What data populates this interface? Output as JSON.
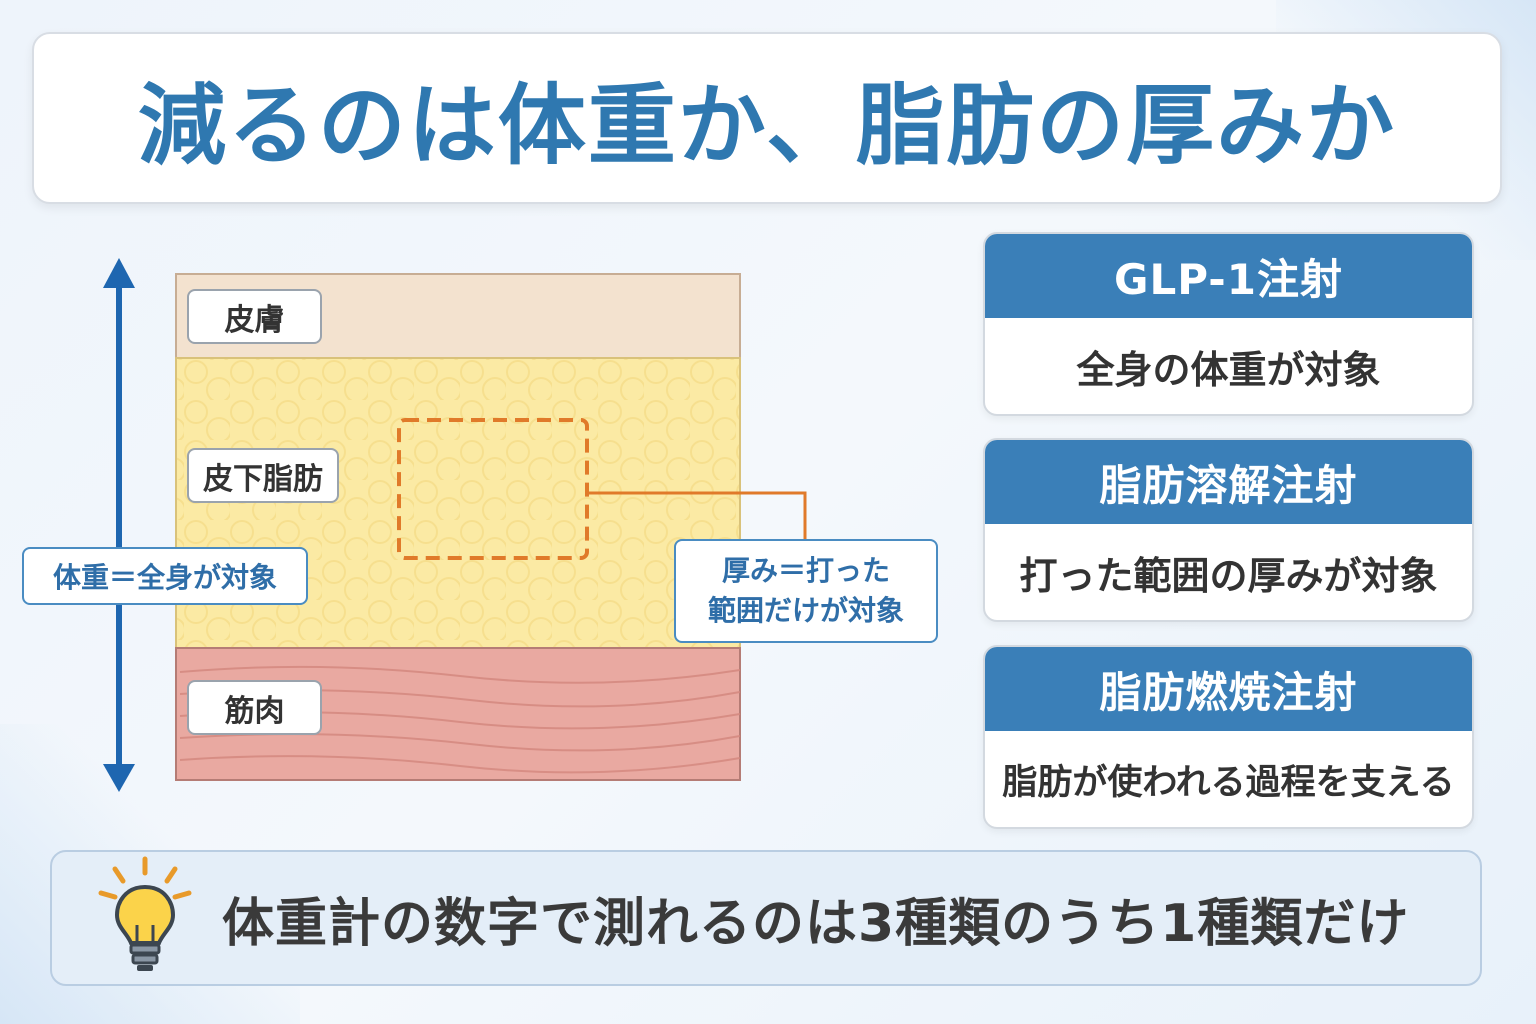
{
  "title": "減るのは体重か、脂肪の厚みか",
  "diagram": {
    "layers": {
      "skin": "皮膚",
      "fat": "皮下脂肪",
      "muscle": "筋肉"
    },
    "weight_callout": "体重＝全身が対象",
    "thickness_callout": {
      "line1": "厚み＝打った",
      "line2": "範囲だけが対象"
    }
  },
  "cards": [
    {
      "heading": "GLP-1注射",
      "body": "全身の体重が対象"
    },
    {
      "heading": "脂肪溶解注射",
      "body": "打った範囲の厚みが対象"
    },
    {
      "heading": "脂肪燃焼注射",
      "body": "脂肪が使われる過程を支える"
    }
  ],
  "footer": {
    "icon": "lightbulb-icon",
    "text": "体重計の数字で測れるのは3種類のうち1種類だけ"
  },
  "colors": {
    "accent": "#2f78b0",
    "card_header": "#3a7fb8",
    "skin": "#f3e2cf",
    "fat": "#fbeaa4",
    "muscle": "#e9a9a1",
    "callout_line": "#e07a2a"
  }
}
